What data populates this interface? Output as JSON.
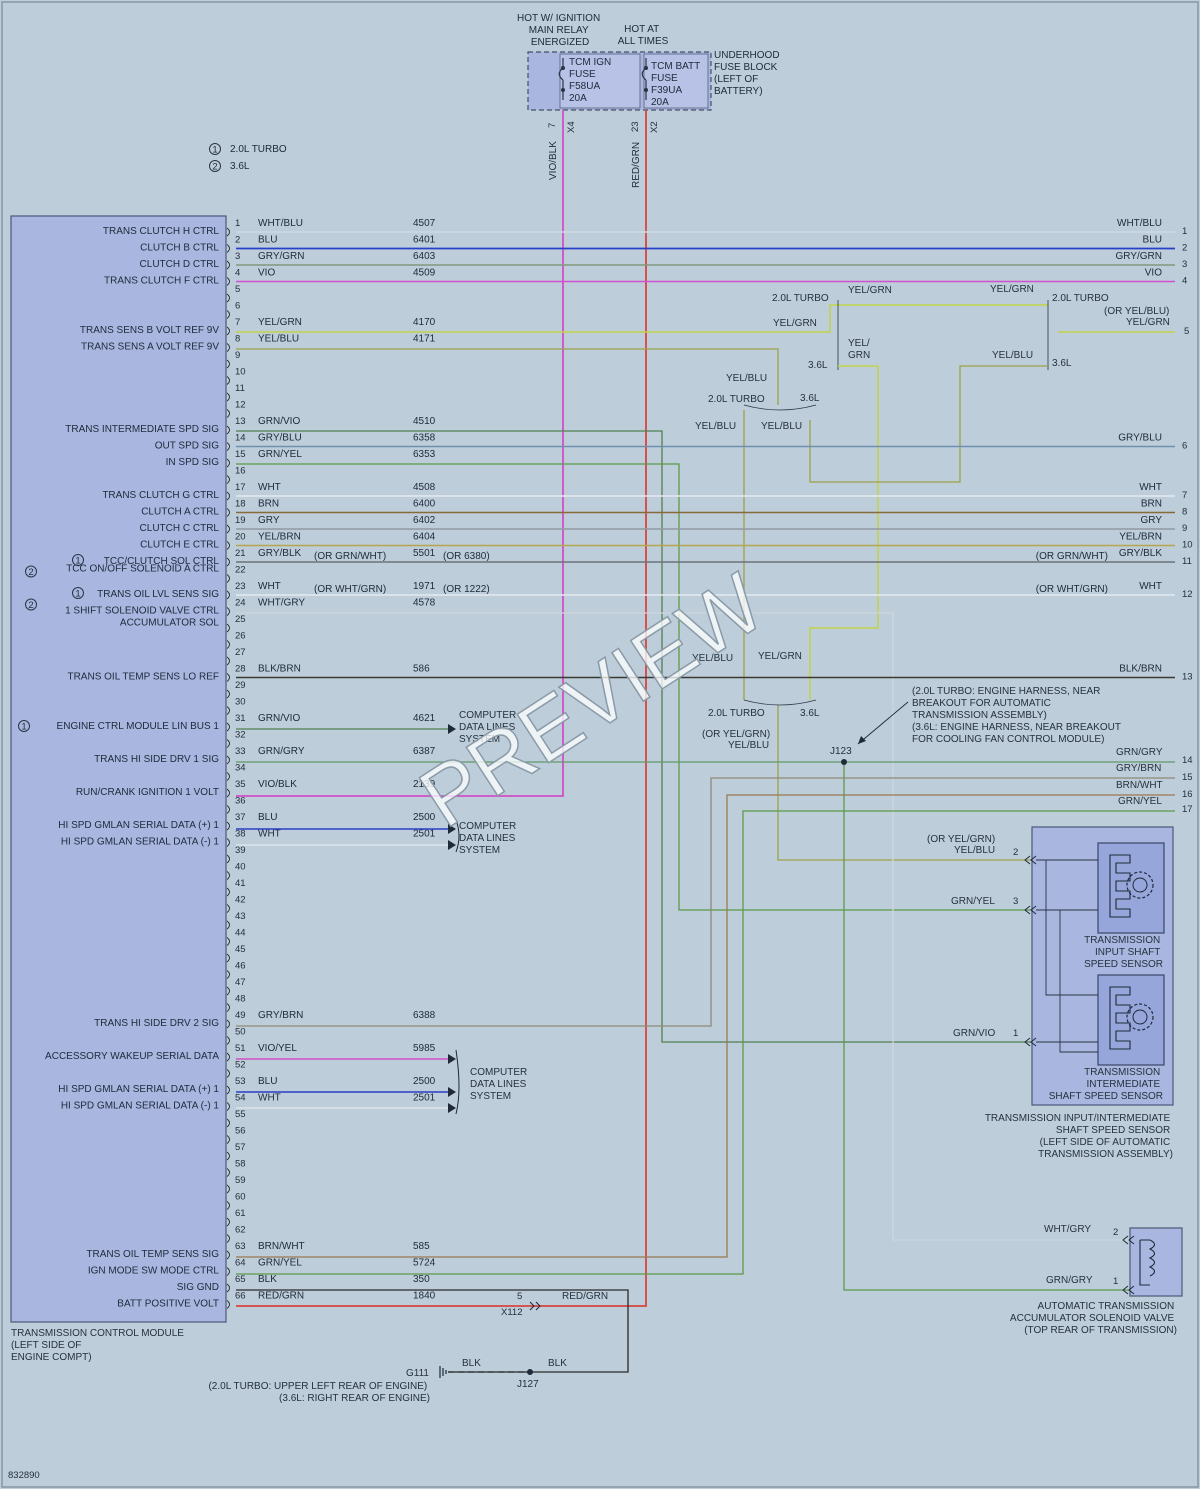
{
  "fuse_block": {
    "hot_ign": [
      "HOT W/ IGNITION",
      "MAIN RELAY",
      "ENERGIZED"
    ],
    "hot_batt": [
      "HOT AT",
      "ALL TIMES"
    ],
    "fuse1": [
      "TCM IGN",
      "FUSE",
      "F58UA",
      "20A"
    ],
    "fuse2": [
      "TCM BATT",
      "FUSE",
      "F39UA",
      "20A"
    ],
    "name": [
      "UNDERHOOD",
      "FUSE BLOCK",
      "(LEFT OF",
      "BATTERY)"
    ],
    "feed1": {
      "pin": "7",
      "conn": "X4",
      "color": "VIO/BLK"
    },
    "feed2": {
      "pin": "23",
      "conn": "X2",
      "color": "RED/GRN"
    }
  },
  "legend": [
    {
      "num": "1",
      "text": "2.0L TURBO"
    },
    {
      "num": "2",
      "text": "3.6L"
    }
  ],
  "module": {
    "name": [
      "TRANSMISSION CONTROL MODULE",
      "(LEFT SIDE OF",
      "ENGINE COMPT)"
    ]
  },
  "pins": [
    {
      "n": "1",
      "label": "TRANS CLUTCH H CTRL",
      "color": "WHT/BLU",
      "circuit": "4507",
      "hex": "#cfd9e6",
      "end": "1",
      "rc": "WHT/BLU"
    },
    {
      "n": "2",
      "label": "CLUTCH B CTRL",
      "color": "BLU",
      "circuit": "6401",
      "hex": "#2a3fc8",
      "end": "2",
      "rc": "BLU"
    },
    {
      "n": "3",
      "label": "CLUTCH D CTRL",
      "color": "GRY/GRN",
      "circuit": "6403",
      "hex": "#7e9a7c",
      "end": "3",
      "rc": "GRY/GRN"
    },
    {
      "n": "4",
      "label": "TRANS CLUTCH F CTRL",
      "color": "VIO",
      "circuit": "4509",
      "hex": "#d24fd2",
      "end": "4",
      "rc": "VIO"
    },
    {
      "n": "5"
    },
    {
      "n": "6"
    },
    {
      "n": "7",
      "label": "TRANS SENS B VOLT REF 9V",
      "color": "YEL/GRN",
      "circuit": "4170"
    },
    {
      "n": "8",
      "label": "TRANS SENS A VOLT REF 9V",
      "color": "YEL/BLU",
      "circuit": "4171"
    },
    {
      "n": "9"
    },
    {
      "n": "10"
    },
    {
      "n": "11"
    },
    {
      "n": "12"
    },
    {
      "n": "13",
      "label": "TRANS INTERMEDIATE SPD SIG",
      "color": "GRN/VIO",
      "circuit": "4510"
    },
    {
      "n": "14",
      "label": "OUT SPD SIG",
      "color": "GRY/BLU",
      "circuit": "6358",
      "hex": "#6f8fb0",
      "end": "6",
      "rc": "GRY/BLU"
    },
    {
      "n": "15",
      "label": "IN SPD SIG",
      "color": "GRN/YEL",
      "circuit": "6353"
    },
    {
      "n": "16"
    },
    {
      "n": "17",
      "label": "TRANS CLUTCH G CTRL",
      "color": "WHT",
      "circuit": "4508",
      "hex": "#e3e9ef",
      "end": "7",
      "rc": "WHT"
    },
    {
      "n": "18",
      "label": "CLUTCH A CTRL",
      "color": "BRN",
      "circuit": "6400",
      "hex": "#8a6a3a",
      "end": "8",
      "rc": "BRN"
    },
    {
      "n": "19",
      "label": "CLUTCH C CTRL",
      "color": "GRY",
      "circuit": "6402",
      "hex": "#909aa2",
      "end": "9",
      "rc": "GRY"
    },
    {
      "n": "20",
      "label": "CLUTCH E CTRL",
      "color": "YEL/BRN",
      "circuit": "6404",
      "hex": "#b6a650",
      "end": "10",
      "rc": "YEL/BRN"
    },
    {
      "n": "21",
      "label": "TCC/CLUTCH SOL CTRL",
      "color": "GRY/BLK",
      "circuit": "5501",
      "alt": "(OR GRN/WHT)",
      "alt2": "(OR 6380)",
      "hex": "#6b737a",
      "end": "11",
      "rc": "GRY/BLK",
      "ralt": "(OR GRN/WHT)"
    },
    {
      "n": "22",
      "label2": "TCC ON/OFF SOLENOID A CTRL"
    },
    {
      "n": "23",
      "label": "TRANS OIL LVL SENS SIG",
      "color": "WHT",
      "circuit": "1971",
      "alt": "(OR WHT/GRN)",
      "alt2": "(OR 1222)",
      "hex": "#e3e9ef",
      "end": "12",
      "rc": "WHT",
      "ralt": "(OR WHT/GRN)"
    },
    {
      "n": "24",
      "label": "1 SHIFT SOLENOID VALVE CTRL",
      "label3": "ACCUMULATOR SOL",
      "color": "WHT/GRY",
      "circuit": "4578"
    },
    {
      "n": "25"
    },
    {
      "n": "26"
    },
    {
      "n": "27"
    },
    {
      "n": "28",
      "label": "TRANS OIL TEMP SENS LO REF",
      "color": "BLK/BRN",
      "circuit": "586",
      "hex": "#3a3a32",
      "end": "13",
      "rc": "BLK/BRN"
    },
    {
      "n": "29"
    },
    {
      "n": "30"
    },
    {
      "n": "31",
      "label": "ENGINE CTRL MODULE LIN BUS 1",
      "color": "GRN/VIO",
      "circuit": "4621"
    },
    {
      "n": "32"
    },
    {
      "n": "33",
      "label": "TRANS HI SIDE DRV 1 SIG",
      "color": "GRN/GRY",
      "circuit": "6387"
    },
    {
      "n": "34"
    },
    {
      "n": "35",
      "label": "RUN/CRANK IGNITION 1 VOLT",
      "color": "VIO/BLK",
      "circuit": "2139"
    },
    {
      "n": "36"
    },
    {
      "n": "37",
      "label": "HI SPD GMLAN SERIAL DATA (+) 1",
      "color": "BLU",
      "circuit": "2500"
    },
    {
      "n": "38",
      "label": "HI SPD GMLAN SERIAL DATA (-) 1",
      "color": "WHT",
      "circuit": "2501"
    },
    {
      "n": "39"
    },
    {
      "n": "40"
    },
    {
      "n": "41"
    },
    {
      "n": "42"
    },
    {
      "n": "43"
    },
    {
      "n": "44"
    },
    {
      "n": "45"
    },
    {
      "n": "46"
    },
    {
      "n": "47"
    },
    {
      "n": "48"
    },
    {
      "n": "49",
      "label": "TRANS HI SIDE DRV 2 SIG",
      "color": "GRY/BRN",
      "circuit": "6388"
    },
    {
      "n": "50"
    },
    {
      "n": "51",
      "label": "ACCESSORY WAKEUP SERIAL DATA",
      "color": "VIO/YEL",
      "circuit": "5985"
    },
    {
      "n": "52"
    },
    {
      "n": "53",
      "label": "HI SPD GMLAN SERIAL DATA (+) 1",
      "color": "BLU",
      "circuit": "2500"
    },
    {
      "n": "54",
      "label": "HI SPD GMLAN SERIAL DATA (-) 1",
      "color": "WHT",
      "circuit": "2501"
    },
    {
      "n": "55"
    },
    {
      "n": "56"
    },
    {
      "n": "57"
    },
    {
      "n": "58"
    },
    {
      "n": "59"
    },
    {
      "n": "60"
    },
    {
      "n": "61"
    },
    {
      "n": "62"
    },
    {
      "n": "63",
      "label": "TRANS OIL TEMP SENS SIG",
      "color": "BRN/WHT",
      "circuit": "585"
    },
    {
      "n": "64",
      "label": "IGN MODE SW MODE CTRL",
      "color": "GRN/YEL",
      "circuit": "5724"
    },
    {
      "n": "65",
      "label": "SIG GND",
      "color": "BLK",
      "circuit": "350"
    },
    {
      "n": "66",
      "label": "BATT POSITIVE VOLT",
      "color": "RED/GRN",
      "circuit": "1840"
    }
  ],
  "computer_data_lines": [
    "COMPUTER",
    "DATA LINES",
    "SYSTEM"
  ],
  "right_upper": {
    "turbo": "2.0L TURBO",
    "v6": "3.6L",
    "yel_grn": "YEL/GRN",
    "yel_blu": "YEL/BLU",
    "yel_grn_split": [
      "YEL/",
      "GRN"
    ],
    "or_yel_blu": "(OR YEL/BLU)",
    "end5": "5"
  },
  "right_lower": {
    "j123": "J123",
    "note": [
      "(2.0L TURBO: ENGINE HARNESS, NEAR",
      "BREAKOUT FOR AUTOMATIC",
      "TRANSMISSION ASSEMBLY)",
      "(3.6L: ENGINE HARNESS, NEAR BREAKOUT",
      "FOR COOLING FAN CONTROL MODULE)"
    ],
    "or_yel_grn": "(OR YEL/GRN)",
    "ends": [
      {
        "color": "GRN/GRY",
        "n": "14"
      },
      {
        "color": "GRY/BRN",
        "n": "15"
      },
      {
        "color": "BRN/WHT",
        "n": "16"
      },
      {
        "color": "GRN/YEL",
        "n": "17"
      }
    ]
  },
  "sensors": {
    "input": [
      "TRANSMISSION",
      "INPUT SHAFT",
      "SPEED SENSOR"
    ],
    "intermediate": [
      "TRANSMISSION",
      "INTERMEDIATE",
      "SHAFT SPEED SENSOR"
    ],
    "assembly": [
      "TRANSMISSION INPUT/INTERMEDIATE",
      "SHAFT SPEED SENSOR",
      "(LEFT SIDE OF AUTOMATIC",
      "TRANSMISSION ASSEMBLY)"
    ],
    "w_or": "(OR YEL/GRN)",
    "w_yb": "YEL/BLU",
    "w_gy": "GRN/YEL",
    "w_gv": "GRN/VIO",
    "p2": "2",
    "p3": "3",
    "p1": "1"
  },
  "solenoid": {
    "name": [
      "AUTOMATIC TRANSMISSION",
      "ACCUMULATOR SOLENOID VALVE",
      "(TOP REAR OF TRANSMISSION)"
    ],
    "w1": "WHT/GRY",
    "p1": "2",
    "w2": "GRN/GRY",
    "p2": "1"
  },
  "ground": {
    "x112": "X112",
    "pin5": "5",
    "red_grn": "RED/GRN",
    "blk": "BLK",
    "g111": "G111",
    "j127": "J127",
    "loc": [
      "(2.0L TURBO: UPPER LEFT REAR OF ENGINE)",
      "(3.6L: RIGHT REAR OF ENGINE)"
    ]
  },
  "diagram_id": "832890",
  "watermark": "PREVIEW",
  "colors": {
    "background": "#bdcdd9",
    "module_fill": "#a9b6e0",
    "vio_blk": "#d04fc8",
    "red_grn": "#d8453c",
    "yel_grn": "#c2d447",
    "grn": "#5d9a48"
  }
}
